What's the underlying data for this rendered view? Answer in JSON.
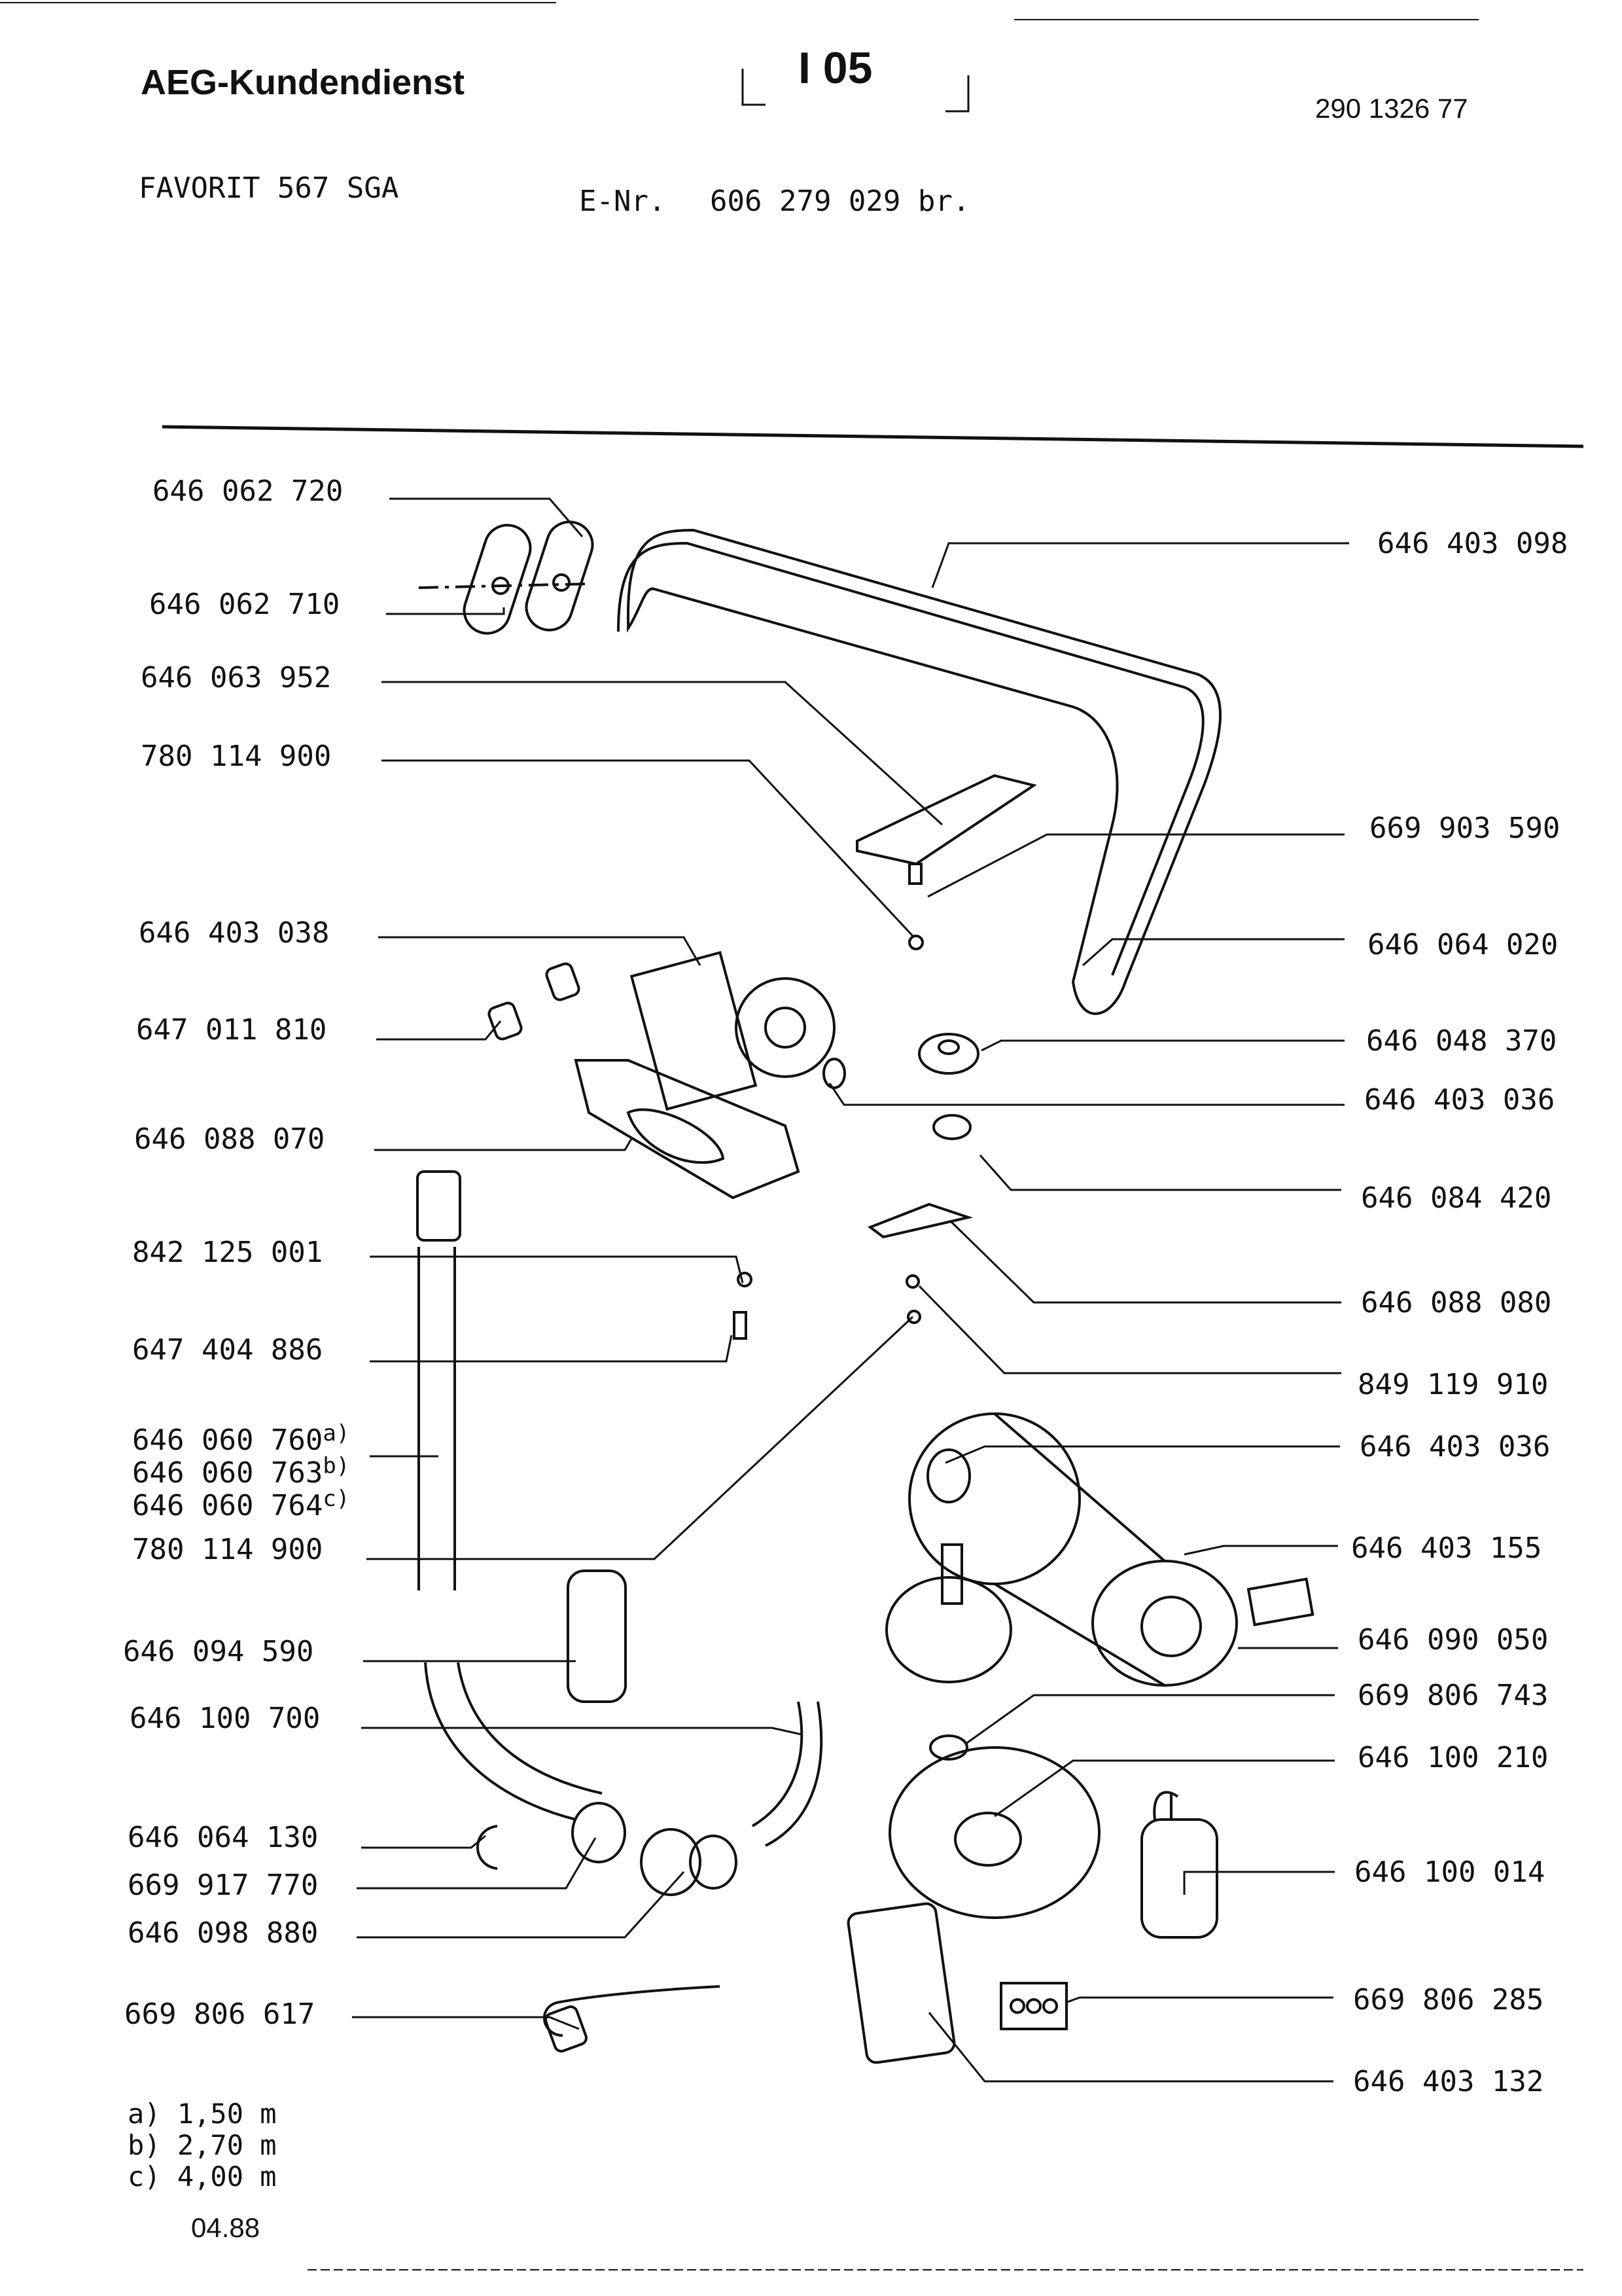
{
  "header": {
    "brand": "AEG-Kundendienst",
    "page_code": "I 05",
    "doc_number": "290 1326 77",
    "model": "FAVORIT 567 SGA",
    "enr_label": "E-Nr.",
    "enr_number": "606 279 029 br."
  },
  "left_parts": [
    {
      "number": "646 062 720"
    },
    {
      "number": "646 062 710"
    },
    {
      "number": "646 063 952"
    },
    {
      "number": "780 114 900"
    },
    {
      "number": "646 403 038"
    },
    {
      "number": "647 011 810"
    },
    {
      "number": "646 088 070"
    },
    {
      "number": "842 125 001"
    },
    {
      "number": "647 404 886"
    },
    {
      "number": "646 060 760",
      "variant": "a)"
    },
    {
      "number": "646 060 763",
      "variant": "b)"
    },
    {
      "number": "646 060 764",
      "variant": "c)"
    },
    {
      "number": "780 114 900"
    },
    {
      "number": "646 094 590"
    },
    {
      "number": "646 100 700"
    },
    {
      "number": "646 064 130"
    },
    {
      "number": "669 917 770"
    },
    {
      "number": "646 098 880"
    },
    {
      "number": "669 806 617"
    }
  ],
  "right_parts": [
    {
      "number": "646 403 098"
    },
    {
      "number": "669 903 590"
    },
    {
      "number": "646 064 020"
    },
    {
      "number": "646 048 370"
    },
    {
      "number": "646 403 036"
    },
    {
      "number": "646 084 420"
    },
    {
      "number": "646 088 080"
    },
    {
      "number": "849 119 910"
    },
    {
      "number": "646 403 036"
    },
    {
      "number": "646 403 155"
    },
    {
      "number": "646 090 050"
    },
    {
      "number": "669 806 743"
    },
    {
      "number": "646 100 210"
    },
    {
      "number": "646 100 014"
    },
    {
      "number": "669 806 285"
    },
    {
      "number": "646 403 132"
    }
  ],
  "notes": [
    "a) 1,50 m",
    "b) 2,70 m",
    "c) 4,00 m"
  ],
  "date": "04.88"
}
